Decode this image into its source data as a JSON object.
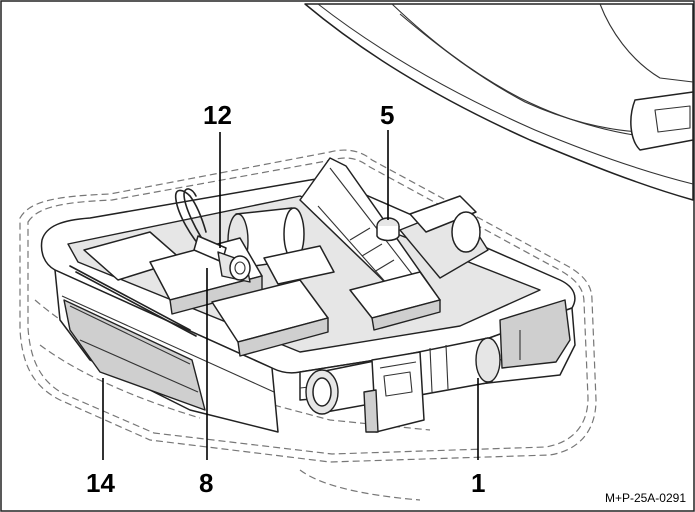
{
  "callouts": {
    "c12": "12",
    "c5": "5",
    "c14": "14",
    "c8": "8",
    "c1": "1"
  },
  "reference_code": "M+P-25A-0291",
  "colors": {
    "line": "#222222",
    "dashed": "#777777",
    "background": "#ffffff"
  }
}
